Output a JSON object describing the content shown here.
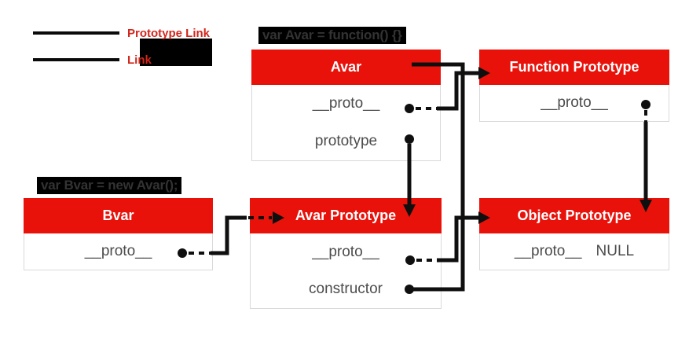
{
  "legend": {
    "items": [
      {
        "label": "Prototype Link",
        "line_style": "solid"
      },
      {
        "label": "Link",
        "line_style": "solid"
      }
    ],
    "text_color": "#d3261c"
  },
  "badges": {
    "avar": "var Avar = function() {}",
    "bvar": "var Bvar = new Avar();"
  },
  "boxes": {
    "avar": {
      "title": "Avar",
      "rows": {
        "proto": "__proto__",
        "prototype": "prototype"
      }
    },
    "function_prototype": {
      "title": "Function Prototype",
      "rows": {
        "proto": "__proto__"
      }
    },
    "bvar": {
      "title": "Bvar",
      "rows": {
        "proto": "__proto__"
      }
    },
    "avar_prototype": {
      "title": "Avar Prototype",
      "rows": {
        "proto": "__proto__",
        "constructor": "constructor"
      }
    },
    "object_prototype": {
      "title": "Object Prototype",
      "rows": {
        "proto": "__proto__"
      },
      "values": {
        "proto": "NULL"
      }
    }
  },
  "links": [
    {
      "from": "Avar.__proto__",
      "to": "Function Prototype",
      "type": "prototype-link"
    },
    {
      "from": "Avar.prototype",
      "to": "Avar Prototype",
      "type": "link"
    },
    {
      "from": "Avar Prototype.constructor",
      "to": "Avar",
      "type": "link"
    },
    {
      "from": "Avar Prototype.__proto__",
      "to": "Object Prototype",
      "type": "prototype-link"
    },
    {
      "from": "Bvar.__proto__",
      "to": "Avar Prototype",
      "type": "prototype-link"
    },
    {
      "from": "Function Prototype.__proto__",
      "to": "Object Prototype",
      "type": "prototype-link"
    }
  ],
  "colors": {
    "header_red": "#e8120b",
    "legend_text_red": "#d3261c",
    "badge_bg": "#000000",
    "badge_text": "#333333",
    "row_text": "#4c4c4c",
    "wire_black": "#0f0f0f",
    "border_gray": "#d9d9d9"
  }
}
